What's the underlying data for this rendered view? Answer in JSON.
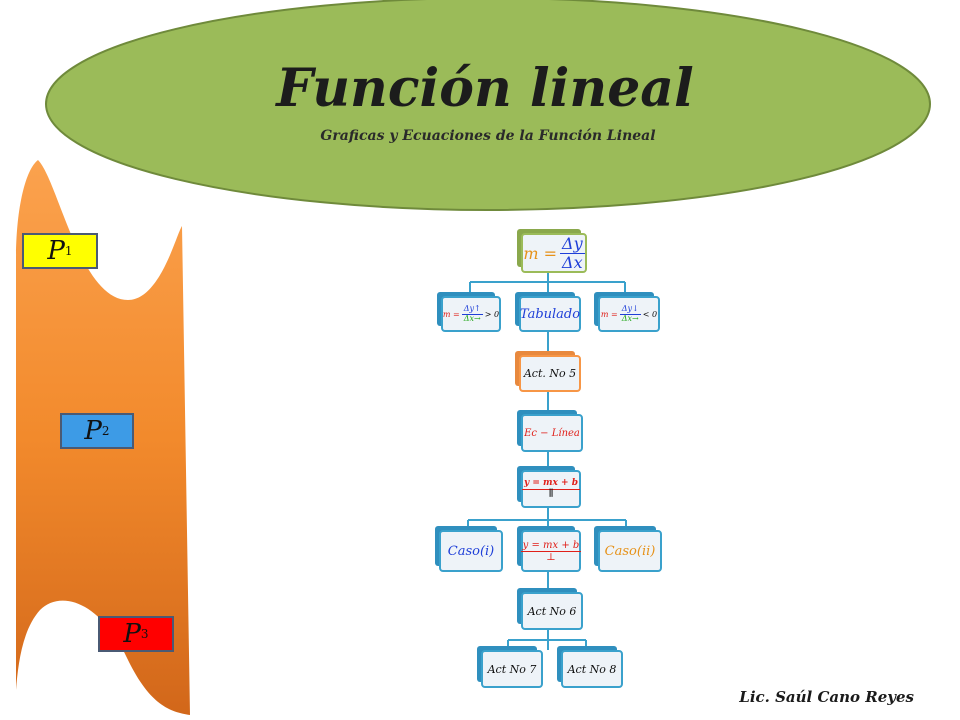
{
  "slide": {
    "title": "Función lineal",
    "subtitle": "Graficas y Ecuaciones de la Función Lineal",
    "author": "Lic. Saúl Cano Reyes"
  },
  "side_buttons": [
    {
      "letter": "P",
      "sub": "1",
      "color": "#ffff00"
    },
    {
      "letter": "P",
      "sub": "2",
      "color": "#3d9be6"
    },
    {
      "letter": "P",
      "sub": "3",
      "color": "#ff0000"
    }
  ],
  "diagram": {
    "root": {
      "lhs": "m =",
      "num": "Δy",
      "den": "Δx"
    },
    "left_slope": {
      "lhs": "m =",
      "num": "Δy↑",
      "den": "Δx→",
      "rel": "> 0"
    },
    "tabulado": "Tabulado",
    "right_slope": {
      "lhs": "m =",
      "num": "Δy↓",
      "den": "Δx→",
      "rel": "< 0"
    },
    "act5": "Act.  No  5",
    "ec_linea": "Ec − Línea",
    "parallel": {
      "eq": "y = mx + b",
      "sym": "∥"
    },
    "caso_i": "Caso(i)",
    "perpendicular": {
      "eq": "y = mx + b",
      "sym": "⊥"
    },
    "caso_ii": "Caso(ii)",
    "act6": "Act   No  6",
    "act7": "Act   No  7",
    "act8": "Act   No  8"
  },
  "colors": {
    "ellipse": "#9bbb59",
    "orange_band": "#f28a2c",
    "connector": "#3aa1cc"
  }
}
